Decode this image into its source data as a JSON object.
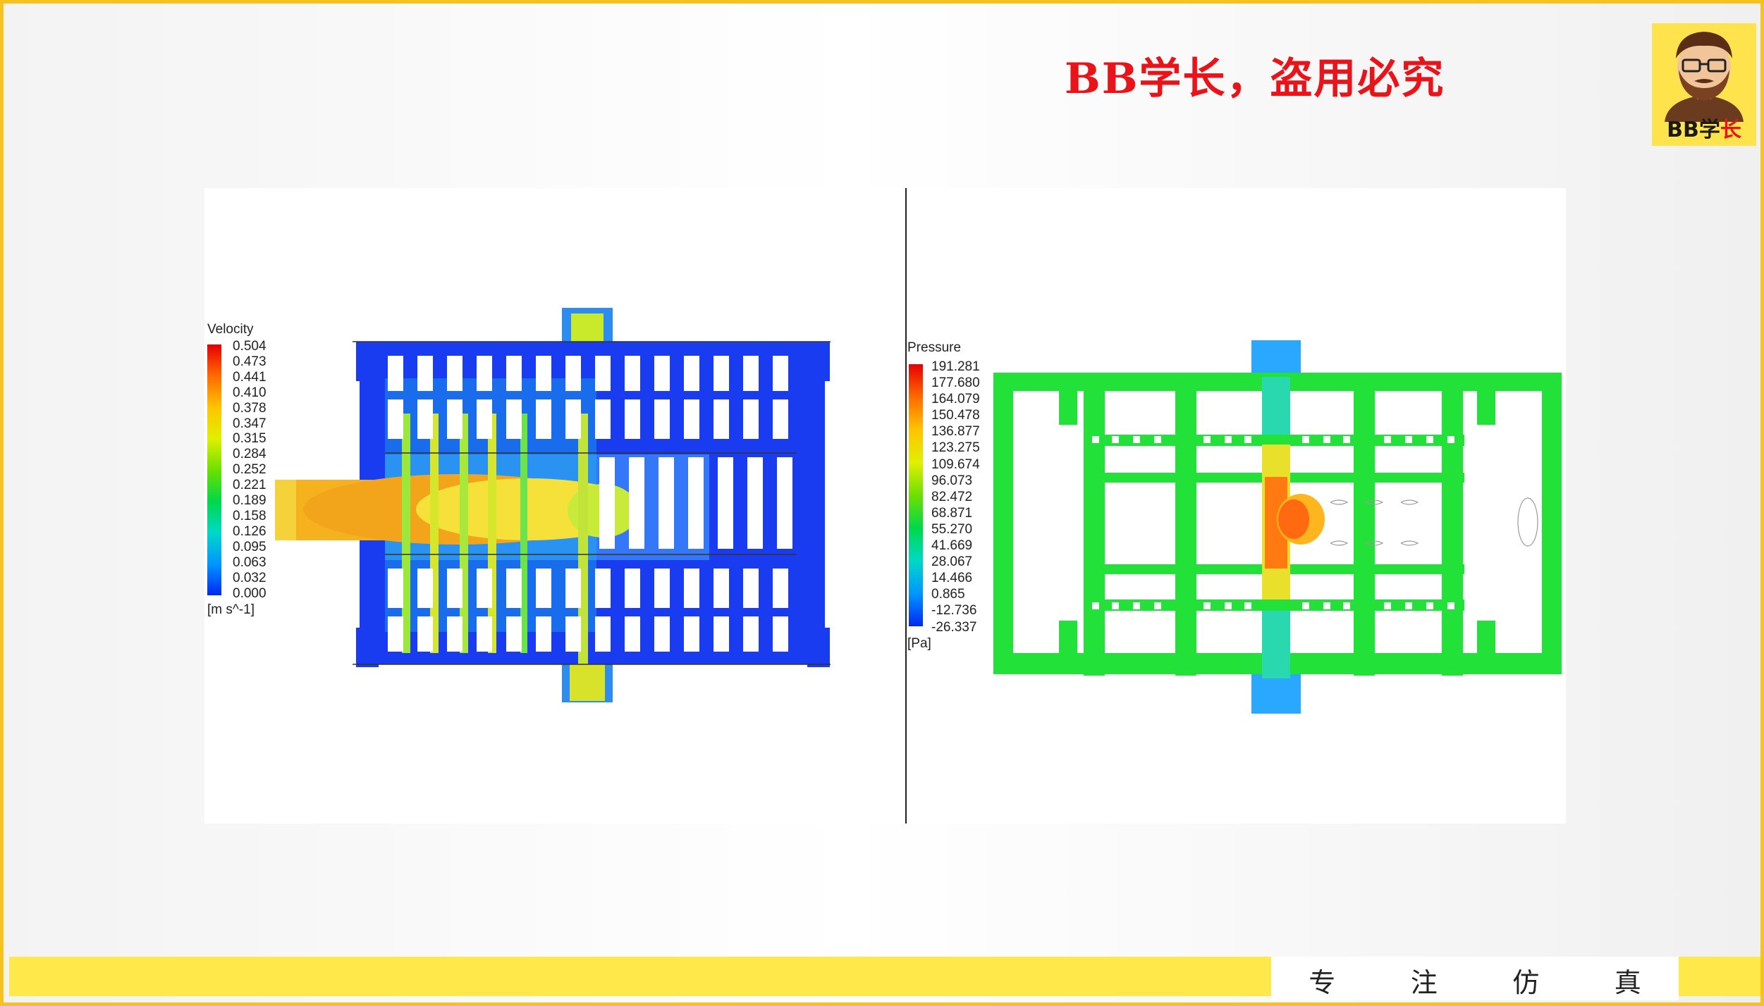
{
  "slide": {
    "watermark": "BB学长，盗用必究",
    "logo": {
      "text_main": "BB学",
      "text_accent": "长",
      "icon": "bearded-avatar-icon",
      "background": "#ffe34d"
    },
    "footer_slogan": [
      "专",
      "注",
      "仿",
      "真"
    ],
    "colors": {
      "border": "#f7c21e",
      "footer_band": "#ffe84a",
      "watermark": "#e8141a"
    }
  },
  "velocity_panel": {
    "legend_title": "Velocity",
    "legend_ticks": [
      "0.504",
      "0.473",
      "0.441",
      "0.410",
      "0.378",
      "0.347",
      "0.315",
      "0.284",
      "0.252",
      "0.221",
      "0.189",
      "0.158",
      "0.126",
      "0.095",
      "0.063",
      "0.032",
      "0.000"
    ],
    "unit": "[m s^-1]"
  },
  "pressure_panel": {
    "legend_title": "Pressure",
    "legend_ticks": [
      "191.281",
      "177.680",
      "164.079",
      "150.478",
      "136.877",
      "123.275",
      "109.674",
      "96.073",
      "82.472",
      "68.871",
      "55.270",
      "41.669",
      "28.067",
      "14.466",
      "0.865",
      "-12.736",
      "-26.337"
    ],
    "unit": "[Pa]"
  }
}
